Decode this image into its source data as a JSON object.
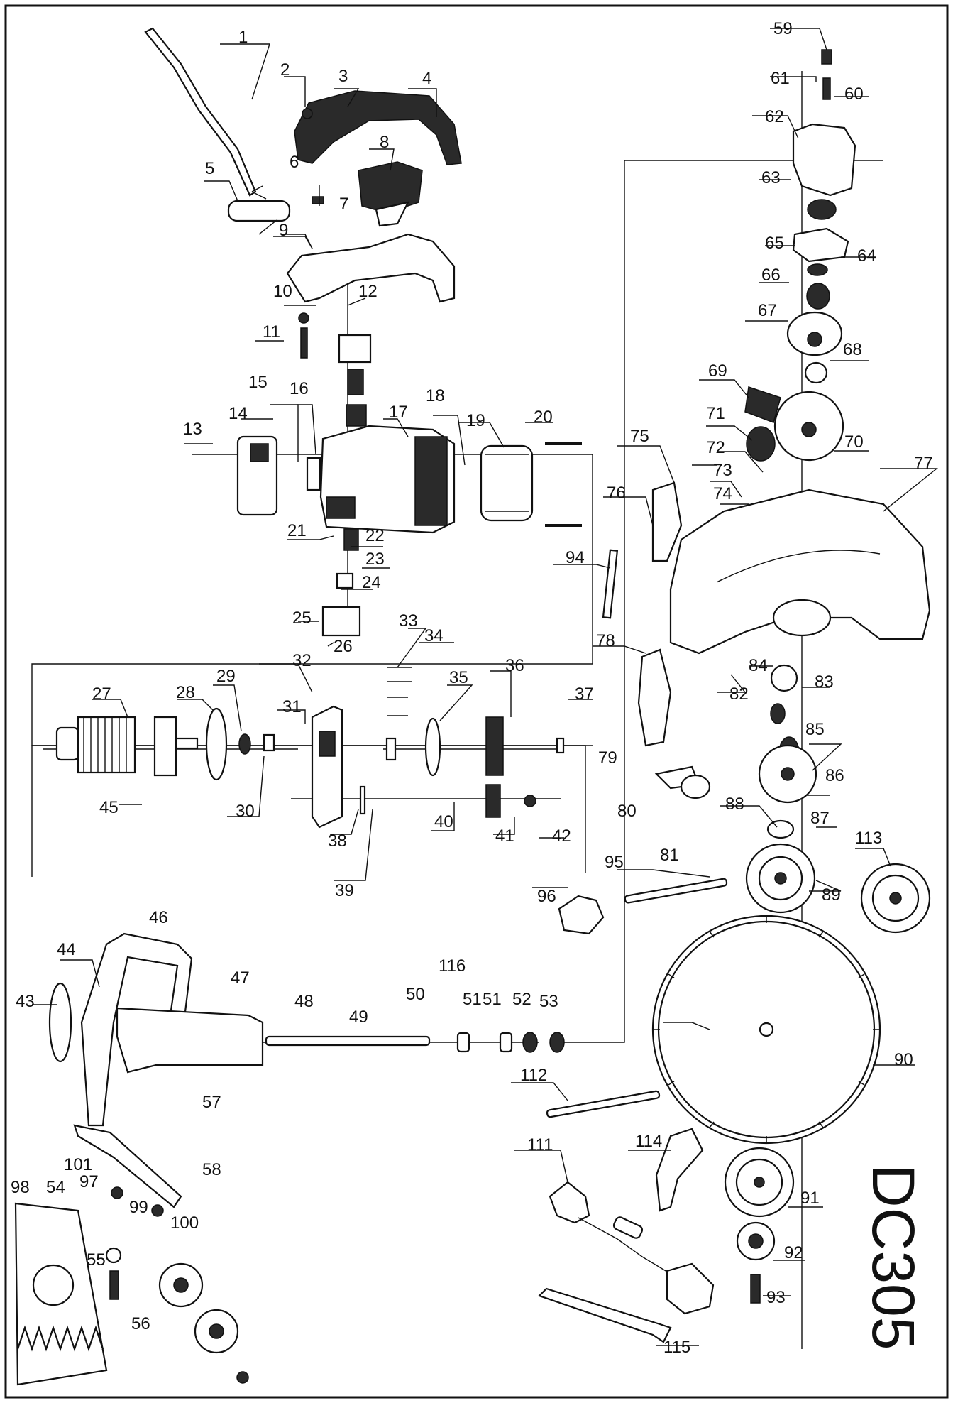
{
  "diagram": {
    "model": "DC305",
    "part_numbers": [
      "1",
      "2",
      "3",
      "4",
      "5",
      "6",
      "7",
      "8",
      "9",
      "10",
      "11",
      "12",
      "13",
      "14",
      "15",
      "16",
      "17",
      "18",
      "19",
      "20",
      "21",
      "22",
      "23",
      "24",
      "25",
      "26",
      "27",
      "28",
      "29",
      "30",
      "31",
      "32",
      "33",
      "34",
      "35",
      "36",
      "37",
      "38",
      "39",
      "40",
      "41",
      "42",
      "43",
      "44",
      "45",
      "46",
      "47",
      "48",
      "49",
      "50",
      "51",
      "51",
      "52",
      "53",
      "54",
      "55",
      "56",
      "57",
      "58",
      "59",
      "60",
      "61",
      "62",
      "63",
      "64",
      "65",
      "66",
      "67",
      "68",
      "69",
      "70",
      "71",
      "72",
      "73",
      "74",
      "75",
      "76",
      "77",
      "78",
      "79",
      "80",
      "81",
      "82",
      "83",
      "84",
      "85",
      "86",
      "87",
      "88",
      "89",
      "90",
      "91",
      "92",
      "93",
      "94",
      "95",
      "96",
      "97",
      "98",
      "99",
      "100",
      "101",
      "111",
      "112",
      "113",
      "114",
      "115",
      "116"
    ]
  }
}
